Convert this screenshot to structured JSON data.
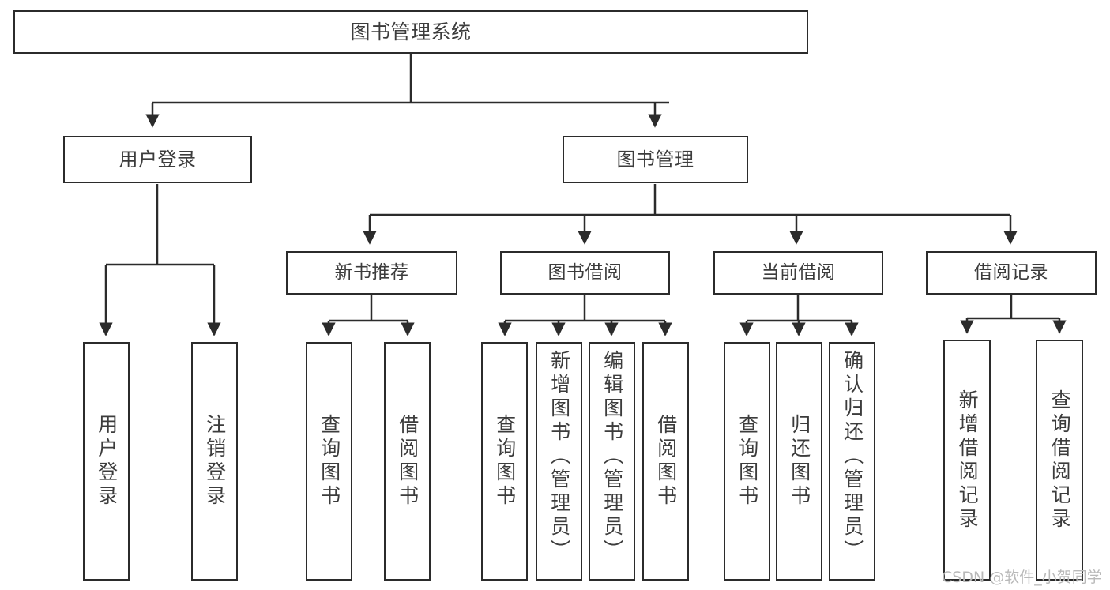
{
  "diagram": {
    "type": "tree",
    "title": "图书管理系统",
    "colors": {
      "box_border": "#2b2b2b",
      "box_fill": "#ffffff",
      "edge": "#2b2b2b",
      "text": "#3c3c3c",
      "watermark": "#b9b9b9"
    },
    "nodes": {
      "root": {
        "label": "图书管理系统"
      },
      "level1": [
        {
          "label": "用户登录"
        },
        {
          "label": "图书管理"
        }
      ],
      "level2": [
        {
          "label": "新书推荐"
        },
        {
          "label": "图书借阅"
        },
        {
          "label": "当前借阅"
        },
        {
          "label": "借阅记录"
        }
      ],
      "leaves": {
        "user_login": [
          {
            "label": "用户登录"
          },
          {
            "label": "注销登录"
          }
        ],
        "new_book_recommend": [
          {
            "label": "查询图书"
          },
          {
            "label": "借阅图书"
          }
        ],
        "book_borrow": [
          {
            "label": "查询图书"
          },
          {
            "label": "新增图书（管理员）"
          },
          {
            "label": "编辑图书（管理员）"
          },
          {
            "label": "借阅图书"
          }
        ],
        "current_borrow": [
          {
            "label": "查询图书"
          },
          {
            "label": "归还图书"
          },
          {
            "label": "确认归还（管理员）"
          }
        ],
        "borrow_record": [
          {
            "label": "新增借阅记录"
          },
          {
            "label": "查询借阅记录"
          }
        ]
      }
    },
    "watermark": "CSDN @软件_小贺同学"
  }
}
